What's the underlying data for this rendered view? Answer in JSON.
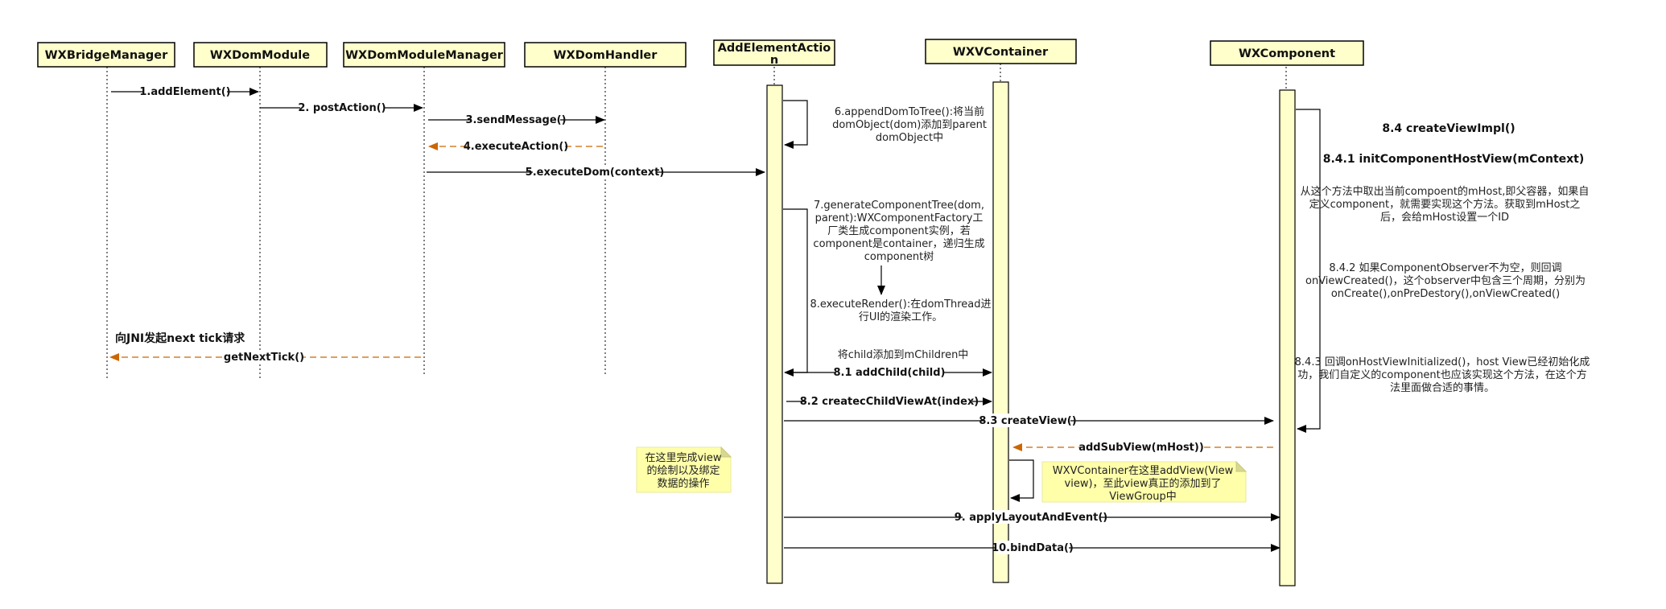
{
  "participants": [
    {
      "id": "bridge",
      "label": "WXBridgeManager"
    },
    {
      "id": "dommodule",
      "label": "WXDomModule"
    },
    {
      "id": "dommanager",
      "label": "WXDomModuleManager"
    },
    {
      "id": "domhandler",
      "label": "WXDomHandler"
    },
    {
      "id": "addaction",
      "label_lines": [
        "AddElementActio",
        "n"
      ]
    },
    {
      "id": "vcontainer",
      "label": "WXVContainer"
    },
    {
      "id": "component",
      "label": "WXComponent"
    }
  ],
  "messages": {
    "m1": "1.addElement()",
    "m2": "2. postAction()",
    "m3": "3.sendMessage()",
    "m4": "4.executeAction()",
    "m5": "5.executeDom(context)",
    "m81": "8.1 addChild(child)",
    "m82": "8.2 createcChildViewAt(index)",
    "m83": "8.3 createView()",
    "m_sub": "addSubView(mHost))",
    "m9": "9. applyLayoutAndEvent()",
    "m10": "10.bindData()",
    "m_tick": "getNextTick()"
  },
  "notes": {
    "n6": [
      "6.appendDomToTree():将当前",
      "domObject(dom)添加到parent",
      "domObject中"
    ],
    "n7": [
      "7.generateComponentTree(dom,",
      "parent):WXComponentFactory工",
      "厂类生成component实例，若",
      "component是container，递归生成",
      "component树"
    ],
    "n8": [
      "8.executeRender():在domThread进",
      "行UI的渲染工作。"
    ],
    "n_child": "将child添加到mChildren中",
    "n_jni": "向JNI发起next tick请求",
    "n84": "8.4 createViewImpl()",
    "n841": "8.4.1  initComponentHostView(mContext)",
    "n841_desc": [
      "从这个方法中取出当前compoent的mHost,即父容器，如果自",
      "定义component，就需要实现这个方法。获取到mHost之",
      "后，会给mHost设置一个ID"
    ],
    "n842": [
      "8.4.2 如果ComponentObserver不为空，则回调",
      "onViewCreated()，这个observer中包含三个周期，分别为",
      "onCreate(),onPreDestory(),onViewCreated()"
    ],
    "n843": [
      "8.4.3 回调onHostViewInitialized()，host View已经初始化成",
      "功，我们自定义的component也应该实现这个方法，在这个方",
      "法里面做合适的事情。"
    ],
    "sticky_view": [
      "在这里完成view",
      "的绘制以及绑定",
      "数据的操作"
    ],
    "sticky_container": [
      "WXVContainer在这里addView(View",
      "view)，至此view真正的添加到了",
      "ViewGroup中"
    ]
  },
  "colors": {
    "box_fill": "#ffffcc",
    "sticky_fill": "#ffffaa",
    "line": "#000000",
    "return_arrow": "#cc6600"
  }
}
